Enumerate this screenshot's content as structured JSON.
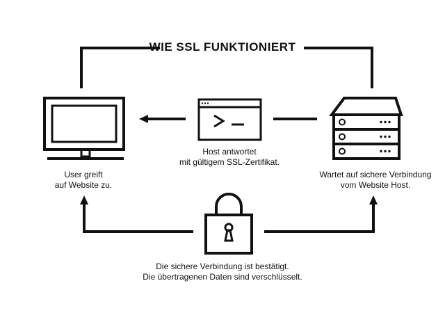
{
  "title": "WIE SSL FUNKTIONIERT",
  "user": {
    "line1": "User greift",
    "line2": "auf Website zu."
  },
  "host": {
    "line1": "Host antwortet",
    "line2": "mit gültigem SSL-Zertifikat."
  },
  "server": {
    "line1": "Wartet auf sichere Verbindung",
    "line2": "vom Website Host."
  },
  "lock": {
    "line1": "Die sichere Verbindung ist bestätigt.",
    "line2": "Die übertragenen Daten sind verschlüsselt."
  },
  "icons": [
    "monitor-icon",
    "terminal-window-icon",
    "server-icon",
    "padlock-icon"
  ],
  "colors": {
    "stroke": "#111111",
    "background": "#ffffff"
  }
}
